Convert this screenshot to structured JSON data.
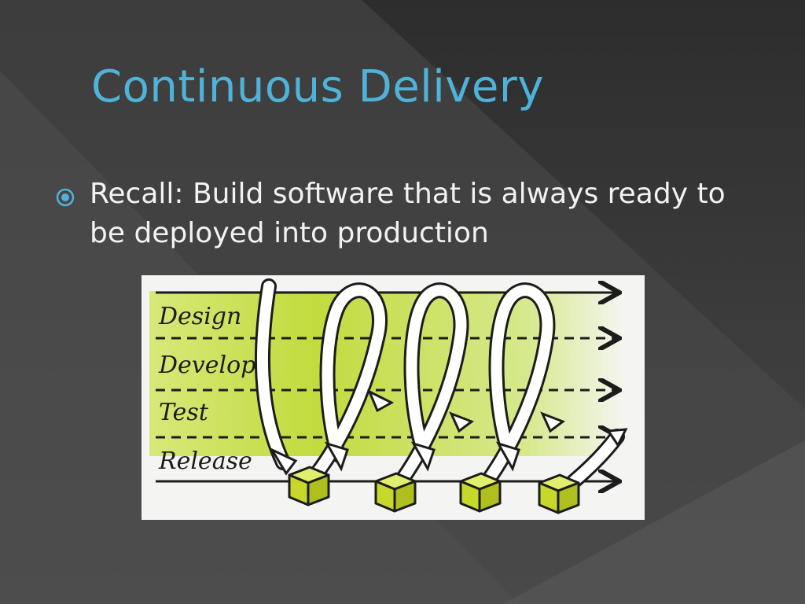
{
  "slide": {
    "title": "Continuous Delivery",
    "bullet": "Recall: Build software that is always ready to be deployed into production"
  },
  "diagram": {
    "stages": [
      "Design",
      "Develop",
      "Test",
      "Release"
    ],
    "release_count": 4
  },
  "colors": {
    "title": "#4fb3d9",
    "bullet_icon": "#4fb3d9",
    "text": "#f2f2f2",
    "background": "#3a3a3a",
    "band_green": "#c9df4a",
    "box_green": "#c6d92a"
  }
}
